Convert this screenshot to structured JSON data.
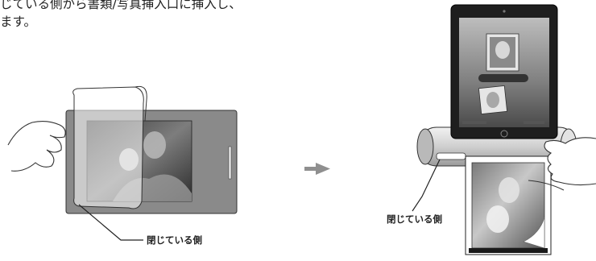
{
  "instruction": {
    "line1": "じている側から書類/写真挿入口に挿入し、",
    "line2": "ます。"
  },
  "callouts": {
    "left": "閉じている側",
    "right": "閉じている側"
  },
  "colors": {
    "arrow": "#8f8f8f",
    "tray": "#8a8a8a",
    "scanner_body": "#d6d6d6",
    "tablet_frame": "#1e1e1e"
  },
  "icons": {
    "direction": "arrow-right-icon"
  }
}
